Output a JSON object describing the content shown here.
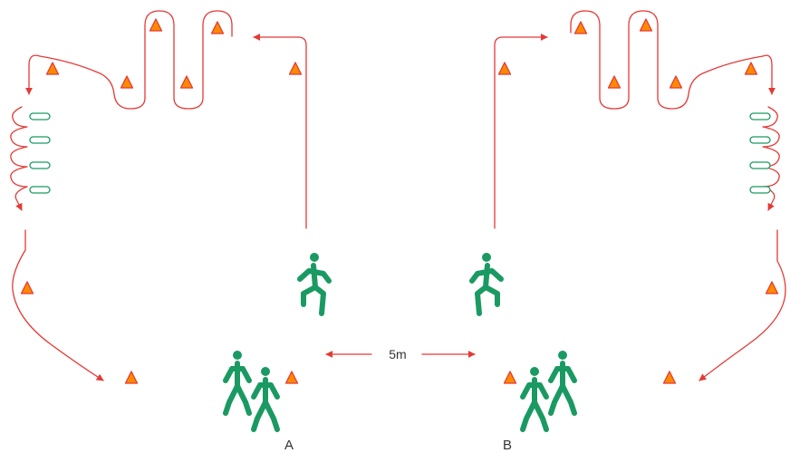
{
  "distance_label": "5m",
  "station_a_label": "A",
  "station_b_label": "B",
  "colors": {
    "route": "#e53935",
    "cone": "#ff8a00",
    "cone_outline": "#e53935",
    "player": "#1a9a62",
    "hurdle": "#1a9a62"
  },
  "icons": [
    "cone-icon",
    "player-icon",
    "hurdle-icon",
    "arrow-icon"
  ]
}
